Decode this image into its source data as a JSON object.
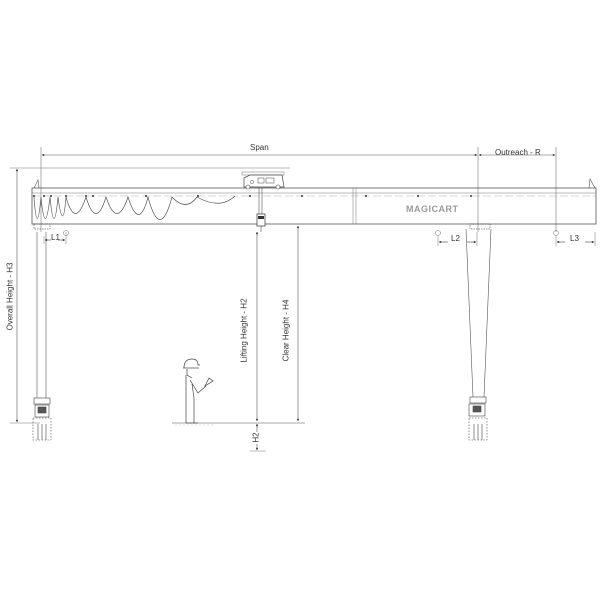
{
  "diagram": {
    "type": "semi-gantry crane dimension drawing",
    "colors": {
      "line": "#555555",
      "light_line": "#8a8a8a",
      "text": "#333333",
      "brand": "#9a9a9a",
      "background": "#ffffff"
    },
    "brand_label": "MAGICART",
    "dimensions": {
      "span": "Span",
      "outreach": "Outreach - R",
      "overall_height": "Overall Height - H3",
      "lifting_height": "Lifting Height - H2",
      "clear_height": "Clear Height - H4",
      "bottom_offset": "H2",
      "l1": "L1",
      "l2": "L2",
      "l3": "L3"
    },
    "components": [
      {
        "name": "main-girder",
        "label": ""
      },
      {
        "name": "trolley-hoist",
        "label": ""
      },
      {
        "name": "hook-block",
        "label": ""
      },
      {
        "name": "festoon-cable-system",
        "label": ""
      },
      {
        "name": "left-leg",
        "label": ""
      },
      {
        "name": "right-leg",
        "label": ""
      },
      {
        "name": "left-end-carriage",
        "label": ""
      },
      {
        "name": "right-end-carriage",
        "label": ""
      },
      {
        "name": "operator-figure",
        "label": ""
      },
      {
        "name": "ground-line",
        "label": ""
      }
    ],
    "markers": [
      "stopper-marker-left",
      "stopper-marker-mid",
      "stopper-marker-right"
    ]
  }
}
